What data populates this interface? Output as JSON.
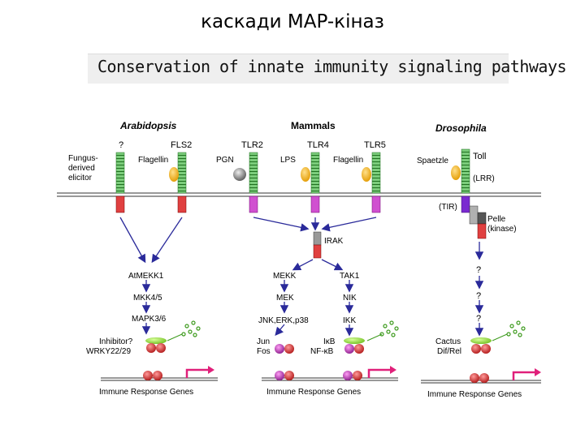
{
  "title": "каскади MAP-кіназ",
  "banner": "Conservation of innate immunity signaling pathways",
  "columns": {
    "arabidopsis": "Arabidopsis",
    "mammals": "Mammals",
    "drosophila": "Drosophila"
  },
  "receptors": {
    "unknown": "?",
    "fls2": "FLS2",
    "tlr2": "TLR2",
    "tlr4": "TLR4",
    "tlr5": "TLR5",
    "toll": "Toll"
  },
  "ligands": {
    "fungus_elicitor": [
      "Fungus-",
      "derived",
      "elicitor"
    ],
    "flagellin": "Flagellin",
    "pgn": "PGN",
    "lps": "LPS",
    "flagellin_m": "Flagellin",
    "spaetzle": "Spaetzle"
  },
  "domains": {
    "lrr": "(LRR)",
    "tir": "(TIR)",
    "pelle": [
      "Pelle",
      "(kinase)"
    ]
  },
  "arabidopsis_cascade": {
    "atmekk1": "AtMEKK1",
    "mkk45": "MKK4/5",
    "mapk36": "MAPK3/6",
    "inhibitor": [
      "Inhibitor?",
      "WRKY22/29"
    ],
    "genes": "Immune Response Genes"
  },
  "mammal_cascade": {
    "irak": "IRAK",
    "mekk": "MEKK",
    "tak1": "TAK1",
    "mek": "MEK",
    "nik": "NIK",
    "mapks": "JNK,ERK,p38",
    "ikk": "IKK",
    "jun_fos": [
      "Jun",
      "Fos"
    ],
    "ikb_nfkb": [
      "IκB",
      "NF-κB"
    ],
    "genes": "Immune Response Genes"
  },
  "drosophila_cascade": {
    "q1": "?",
    "q2": "?",
    "q3": "?",
    "cactus": [
      "Cactus",
      "Dif/Rel"
    ],
    "genes": "Immune Response Genes"
  }
}
